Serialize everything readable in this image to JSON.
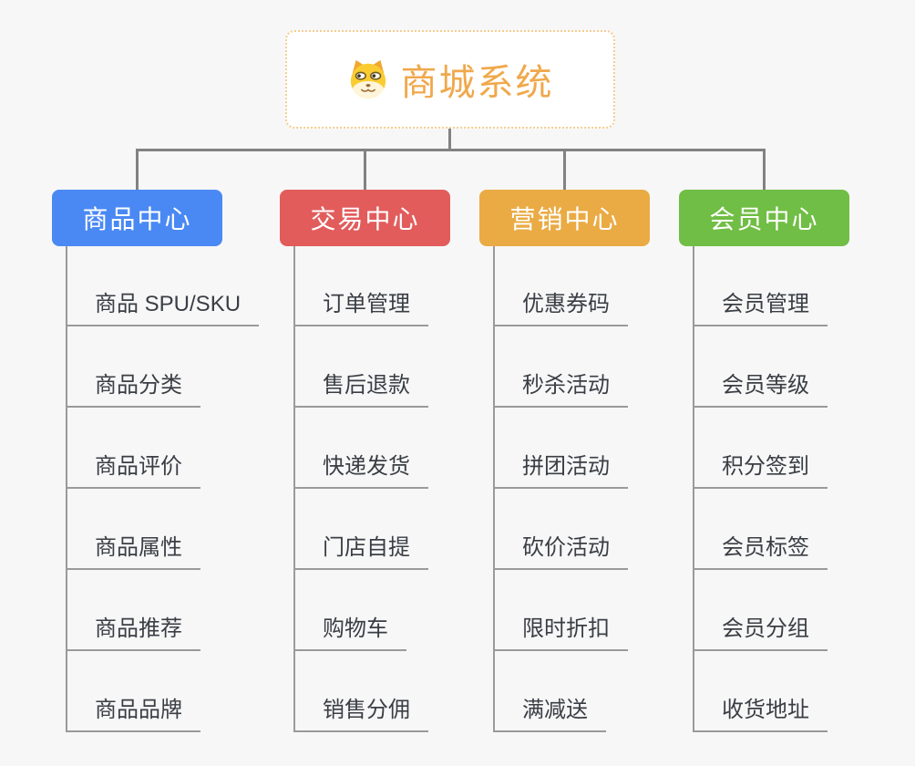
{
  "root": {
    "title": "商城系统",
    "icon": "doge-icon"
  },
  "branches": [
    {
      "label": "商品中心",
      "color": "#4A89F4",
      "children": [
        "商品 SPU/SKU",
        "商品分类",
        "商品评价",
        "商品属性",
        "商品推荐",
        "商品品牌"
      ]
    },
    {
      "label": "交易中心",
      "color": "#E25C5C",
      "children": [
        "订单管理",
        "售后退款",
        "快递发货",
        "门店自提",
        "购物车",
        "销售分佣"
      ]
    },
    {
      "label": "营销中心",
      "color": "#EAAB44",
      "children": [
        "优惠券码",
        "秒杀活动",
        "拼团活动",
        "砍价活动",
        "限时折扣",
        "满减送"
      ]
    },
    {
      "label": "会员中心",
      "color": "#70BE45",
      "children": [
        "会员管理",
        "会员等级",
        "积分签到",
        "会员标签",
        "会员分组",
        "收货地址"
      ]
    }
  ],
  "colors": {
    "background": "#F7F7F7",
    "root_title": "#F0A84B",
    "root_border": "#F3CD90",
    "connector_dark": "#828282",
    "connector_light": "#9A9A9A",
    "node_text": "#3A3E44"
  }
}
